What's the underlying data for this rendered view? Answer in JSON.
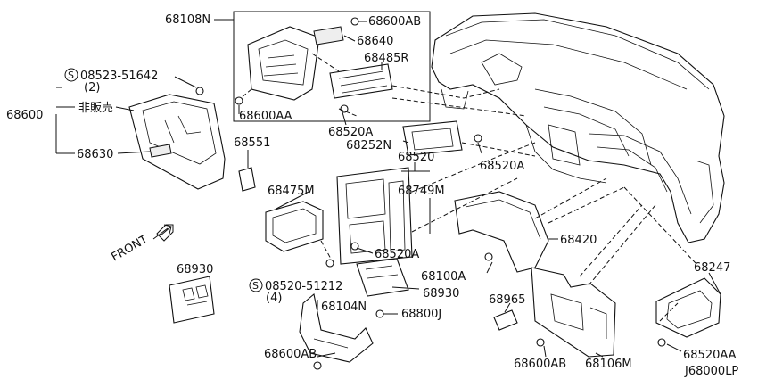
{
  "diagram": {
    "footer_code": "J68000LP",
    "front_label": "FRONT",
    "labels": {
      "p68108N": "68108N",
      "p68600AB_top": "68600AB",
      "p68640": "68640",
      "p68485R": "68485R",
      "p68600AA": "68600AA",
      "s08523": "08523-51642",
      "s08523_qty": "(2)",
      "p68600": "68600",
      "not_for_sale": "非販売",
      "p68630": "68630",
      "p68551": "68551",
      "p68520A_1": "68520A",
      "p68252N": "68252N",
      "p68520": "68520",
      "p68520A_2": "68520A",
      "p68475M": "68475M",
      "p68749M": "68749M",
      "p68420": "68420",
      "p68520A_3": "68520A",
      "p68930_left": "68930",
      "s08520": "08520-51212",
      "s08520_qty": "(4)",
      "p68100A": "68100A",
      "p68930_mid": "68930",
      "p68104N": "68104N",
      "p68800J": "68800J",
      "p68965": "68965",
      "p68600AB_bot": "68600AB",
      "p68106M": "68106M",
      "p68600AB_left": "68600AB",
      "p68247": "68247",
      "p68520AA": "68520AA"
    },
    "screw_symbol": "S"
  }
}
